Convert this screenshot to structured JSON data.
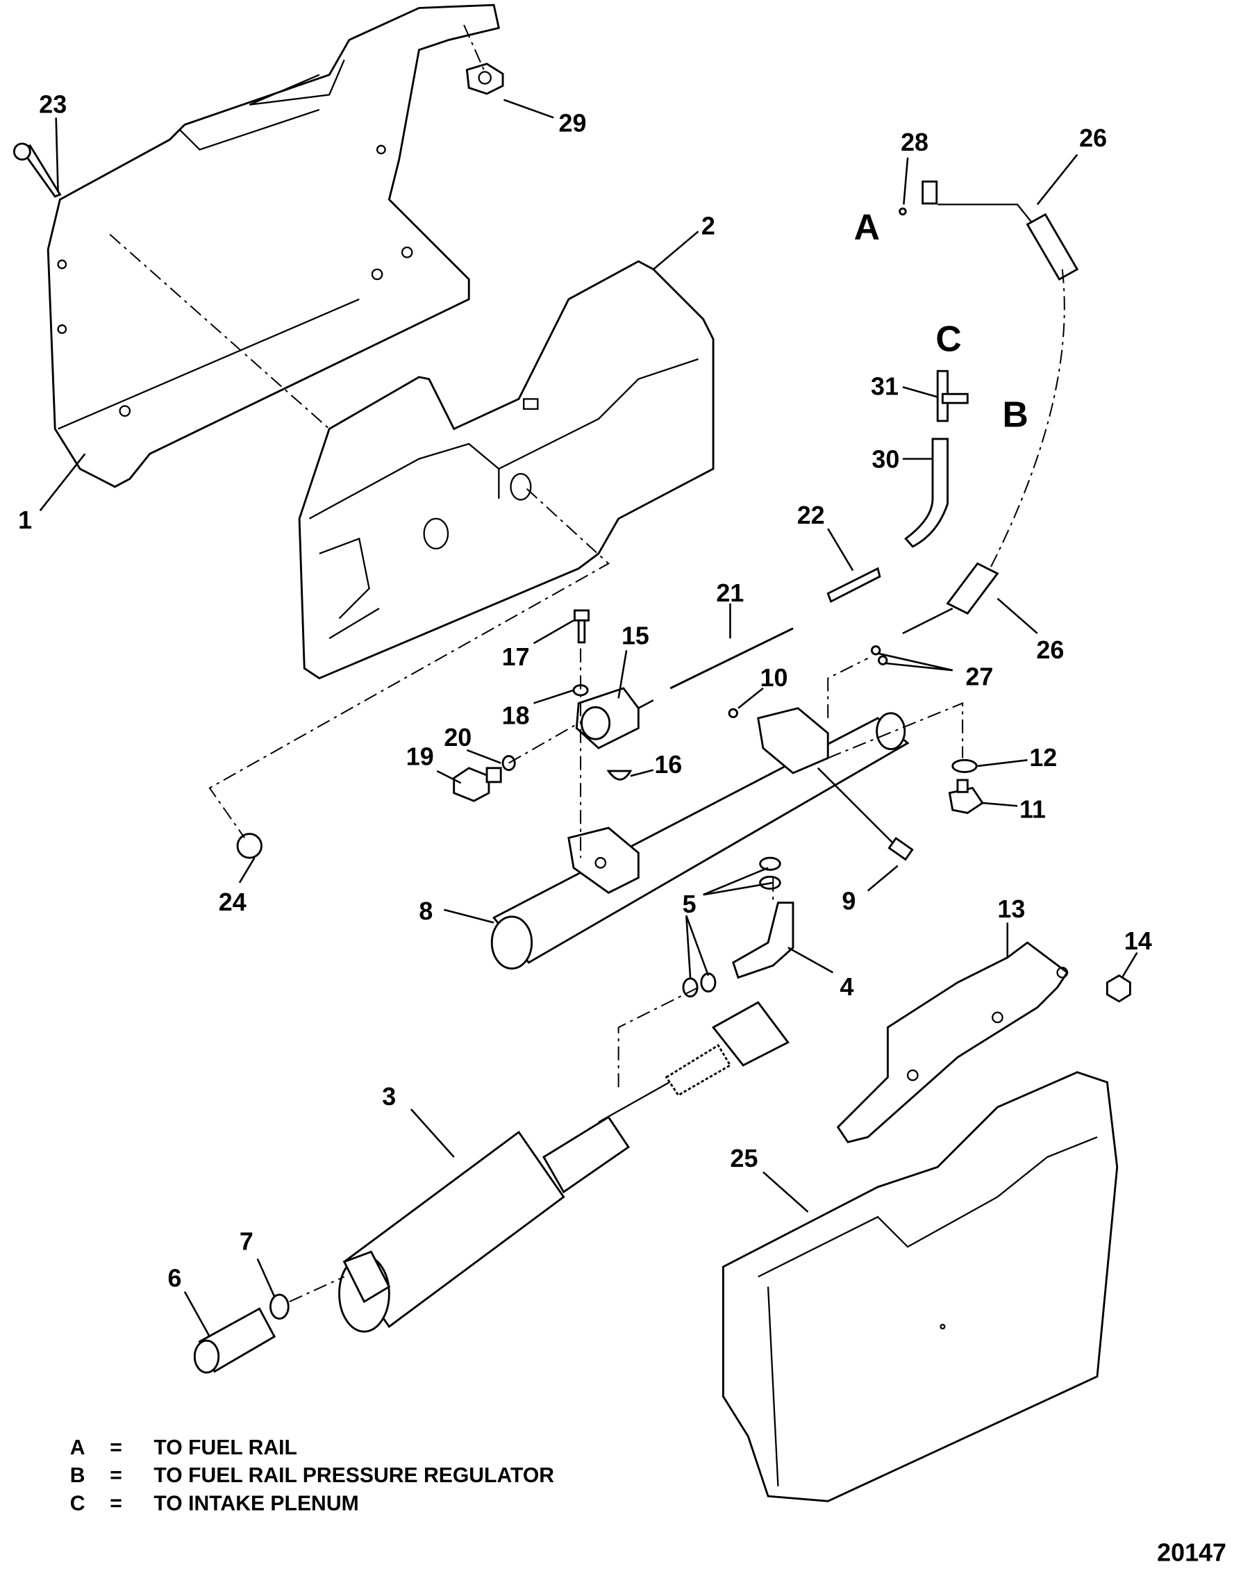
{
  "callouts": [
    "1",
    "2",
    "3",
    "4",
    "5",
    "6",
    "7",
    "8",
    "9",
    "10",
    "11",
    "12",
    "13",
    "14",
    "15",
    "16",
    "17",
    "18",
    "19",
    "20",
    "21",
    "22",
    "23",
    "24",
    "25",
    "26",
    "27",
    "28",
    "29",
    "30",
    "31"
  ],
  "connection_letters": {
    "a": "A",
    "b": "B",
    "c": "C"
  },
  "legend": [
    {
      "key": "A",
      "sep": "=",
      "text": "TO FUEL RAIL"
    },
    {
      "key": "B",
      "sep": "=",
      "text": "TO FUEL RAIL PRESSURE REGULATOR"
    },
    {
      "key": "C",
      "sep": "=",
      "text": "TO INTAKE PLENUM"
    }
  ],
  "figure_number": "20147"
}
